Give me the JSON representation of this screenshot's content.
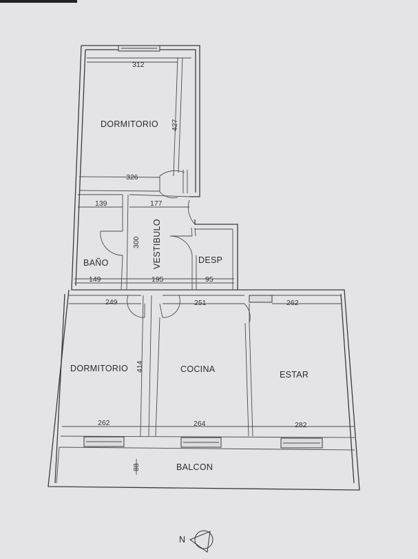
{
  "rooms": {
    "dormitorio_top": "DORMITORIO",
    "vestibulo": "VESTIBULO",
    "bano": "BAÑO",
    "desp": "DESP",
    "dormitorio_bottom": "DORMITORIO",
    "cocina": "COCINA",
    "estar": "ESTAR",
    "balcon": "BALCON"
  },
  "dimensions": {
    "d312": "312",
    "d427": "427",
    "d326": "326",
    "d139": "139",
    "d177": "177",
    "d300": "300",
    "d149": "149",
    "d195": "195",
    "d95": "95",
    "d249": "249",
    "d251": "251",
    "d262_top": "262",
    "d414": "414",
    "d262_dorm": "262",
    "d264": "264",
    "d282": "282",
    "d88": "88"
  },
  "north_label": "N"
}
